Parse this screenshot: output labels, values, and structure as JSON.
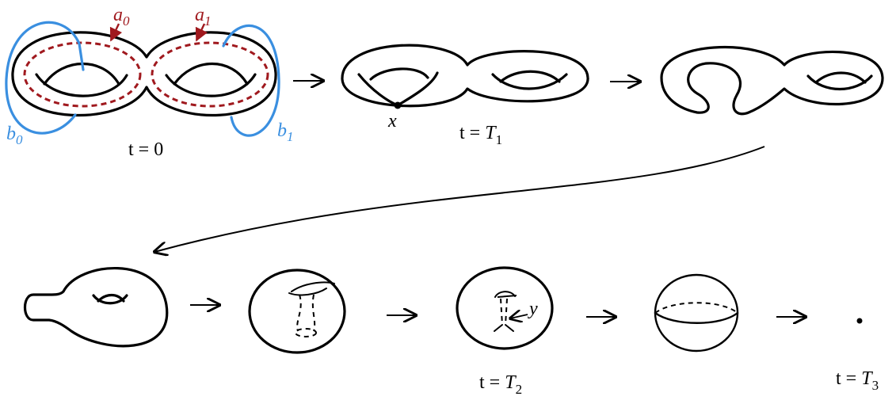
{
  "labels": {
    "a0": {
      "letter": "a",
      "sub": "0"
    },
    "a1": {
      "letter": "a",
      "sub": "1"
    },
    "b0": {
      "letter": "b",
      "sub": "0"
    },
    "b1": {
      "letter": "b",
      "sub": "1"
    },
    "t0": "t = 0",
    "x": "x",
    "y": "y",
    "T1": {
      "prefix": "t = ",
      "letter": "T",
      "sub": "1"
    },
    "T2": {
      "prefix": "t = ",
      "letter": "T",
      "sub": "2"
    },
    "T3": {
      "prefix": "t = ",
      "letter": "T",
      "sub": "3"
    }
  },
  "colors": {
    "curve_a": "#a0191e",
    "curve_b": "#3a8fe0",
    "ink": "#000000"
  }
}
